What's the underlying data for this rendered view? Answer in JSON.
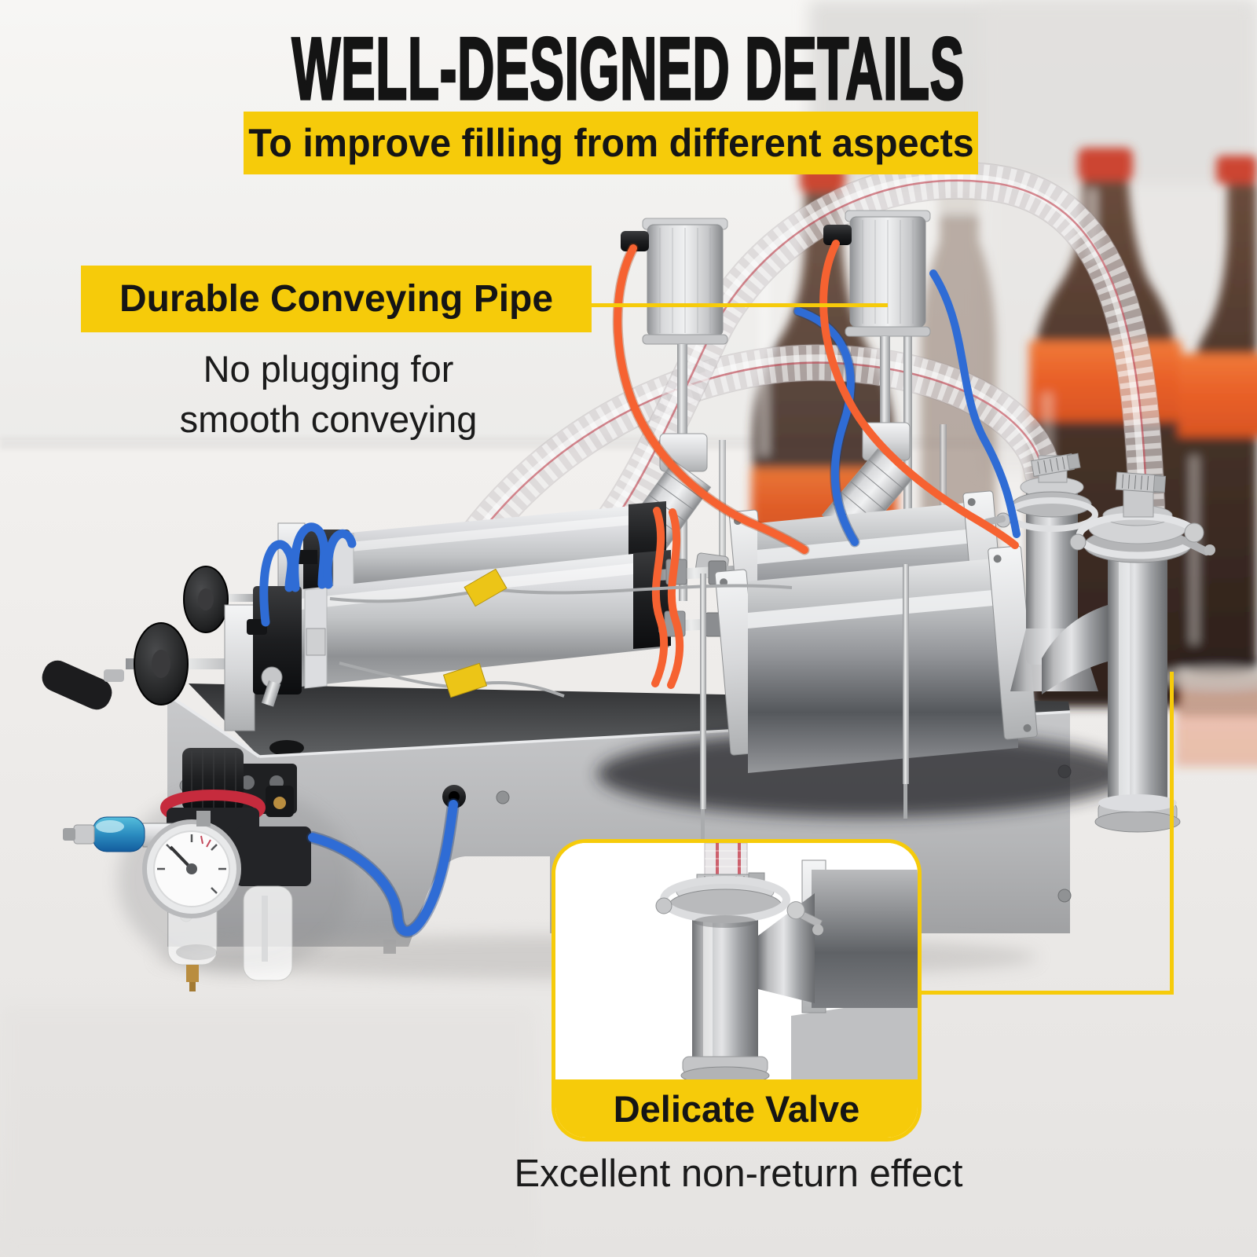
{
  "header": {
    "title": "WELL-DESIGNED DETAILS",
    "subtitle": "To improve filling from different aspects"
  },
  "callouts": {
    "pipe": {
      "label": "Durable Conveying Pipe",
      "description_line1": "No plugging for",
      "description_line2": "smooth conveying"
    },
    "valve": {
      "label": "Delicate Valve",
      "description": "Excellent non-return effect"
    }
  },
  "colors": {
    "accent_yellow": "#F6CB0A",
    "headline_black": "#151515",
    "tube_blue": "#2F6CD5",
    "tube_orange": "#F66231",
    "bottle_label_orange": "#EA652C",
    "bottle_cap_red": "#CC4430",
    "machine_silver": "#C7C8CA"
  }
}
